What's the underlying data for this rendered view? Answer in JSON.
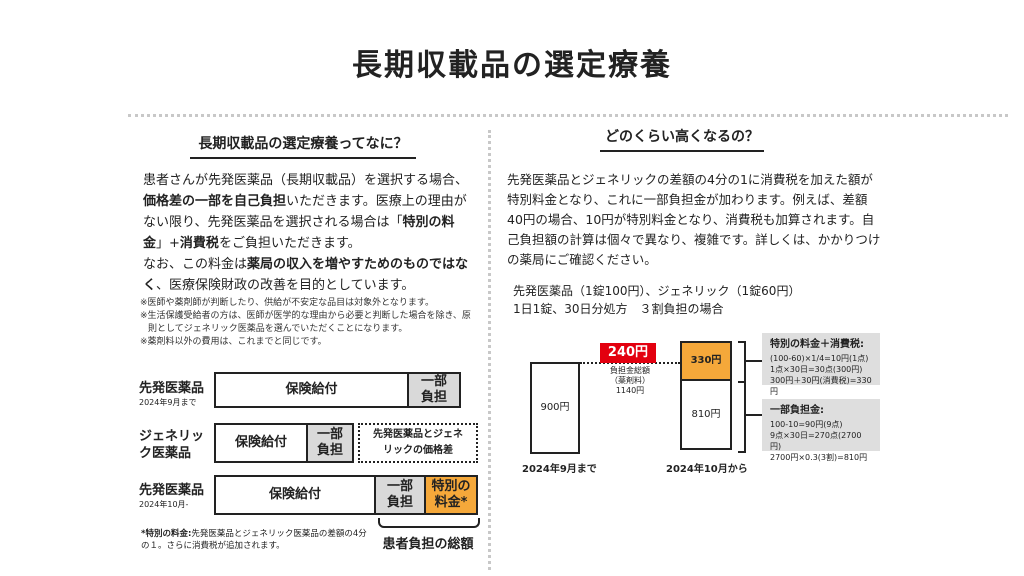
{
  "title": "長期収載品の選定療養",
  "left": {
    "heading": "長期収載品の選定療養ってなに？",
    "p1": [
      {
        "t": "患者さんが先発医薬品（長期収載品）を選択する場合、",
        "b": false
      },
      {
        "t": "価格差の一部を自己負担",
        "b": true
      },
      {
        "t": "いただきます。医療上の理由がない限り、先発医薬品を選択される場合は「",
        "b": false
      },
      {
        "t": "特別の料金",
        "b": true
      },
      {
        "t": "」+",
        "b": false
      },
      {
        "t": "消費税",
        "b": true
      },
      {
        "t": "をご負担いただきます。",
        "b": false
      }
    ],
    "p2": [
      {
        "t": "なお、この料金は",
        "b": false
      },
      {
        "t": "薬局の収入を増やすためのものではなく",
        "b": true
      },
      {
        "t": "、医療保険財政の改善を目的としています。",
        "b": false
      }
    ],
    "notes": [
      "※医師や薬剤師が判断したり、供給が不安定な品目は対象外となります。",
      "※生活保護受給者の方は、医師が医学的な理由から必要と判断した場合を除き、原則としてジェネリック医薬品を選んでいただくことになります。",
      "※薬剤料以外の費用は、これまでと同じです。"
    ],
    "rows": [
      {
        "label": "先発医薬品",
        "sub": "2024年9月まで",
        "main": "保険給付",
        "self": "一部\n負担"
      },
      {
        "label": "ジェネリッ\nク医薬品",
        "sub": "",
        "main": "保険給付",
        "self": "一部\n負担",
        "diff": "先発医薬品とジェネ\nリックの価格差"
      },
      {
        "label": "先発医薬品",
        "sub": "2024年10月-",
        "main": "保険給付",
        "self": "一部\n負担",
        "special": "特別の\n料金*"
      }
    ],
    "footnote_bold": "*特別の料金:",
    "footnote": "先発医薬品とジェネリック医薬品の差額の4分の１。さらに消費税が追加されます。",
    "total_label": "患者負担の総額"
  },
  "right": {
    "heading": "どのくらい高くなるの？",
    "p1": "先発医薬品とジェネリックの差額の4分の1に消費税を加えた額が特別料金となり、これに一部負担金が加わります。例えば、差額40円の場合、10円が特別料金となり、消費税も加算されます。自己負担額の計算は個々で異なり、複雑です。詳しくは、かかりつけの薬局にご確認ください。",
    "cond1": "先発医薬品（1錠100円）、ジェネリック（1錠60円）",
    "cond2": "1日1錠、30日分処方　３割負担の場合",
    "bar1_value": "900円",
    "bar1_label": "2024年9月まで",
    "red_value": "240円",
    "red_caption": "負担金総額\n（薬剤料）\n1140円",
    "bar2_top": "330円",
    "bar2_bottom": "810円",
    "bar2_label": "2024年10月から",
    "info1": {
      "head": "特別の料金＋消費税:",
      "lines": [
        "(100-60)×1/4=10円(1点)",
        "1点×30日=30点(300円)",
        "300円＋30円(消費税)=330円"
      ]
    },
    "info2": {
      "head": "一部負担金:",
      "lines": [
        "100-10=90円(9点)",
        "9点×30日=270点(2700円)",
        "2700円×0.3(3割)=810円"
      ]
    }
  },
  "colors": {
    "orange": "#f5a83a",
    "red": "#e3000f",
    "gray": "#d9d9d9",
    "info_bg": "#dedede"
  }
}
